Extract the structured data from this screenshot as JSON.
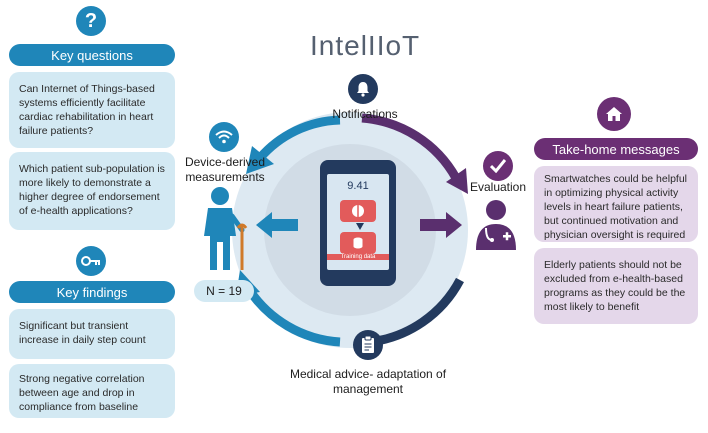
{
  "brand": {
    "name": "IntelIIoT"
  },
  "left_panel": {
    "key_questions": {
      "header": "Key questions",
      "items": [
        "Can Internet of Things-based systems efficiently facilitate cardiac rehabilitation in heart failure patients?",
        "Which patient sub-population is more likely to demonstrate a higher degree of endorsement of e-health applications?"
      ]
    },
    "key_findings": {
      "header": "Key findings",
      "items": [
        "Significant but transient increase in daily step count",
        "Strong negative correlation between age and drop in compliance from baseline"
      ]
    }
  },
  "center": {
    "notifications": "Notifications",
    "device_measurements": "Device-derived measurements",
    "evaluation": "Evaluation",
    "medical_advice": "Medical advice- adaptation of management",
    "n_label": "N = 19",
    "phone_value": "9.41",
    "phone_data_label": "Training data"
  },
  "right_panel": {
    "header": "Take-home messages",
    "items": [
      "Smartwatches could be helpful in optimizing physical activity levels in heart failure patients, but continued motivation and physician oversight is required",
      "Elderly patients should not be excluded from e-health-based programs as they could be the most likely to benefit"
    ]
  },
  "colors": {
    "blue_accent": "#1f86b9",
    "dark_navy": "#233a5e",
    "purple_accent": "#6b2f74",
    "light_blue_card": "#d3e9f3",
    "light_purple_card": "#e4d7ea",
    "phone_red": "#e25b5b"
  },
  "icons": [
    "question-icon",
    "key-icon",
    "wifi-icon",
    "bell-icon",
    "checkmark-icon",
    "home-icon",
    "clipboard-icon",
    "doctor-icon",
    "patient-icon"
  ]
}
